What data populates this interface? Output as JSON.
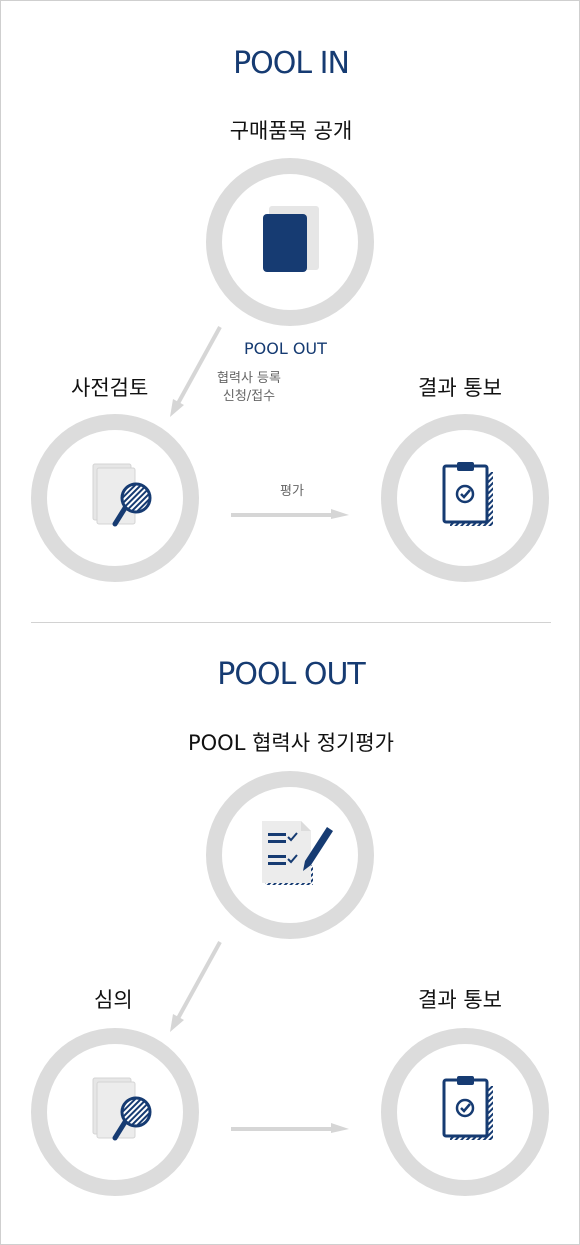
{
  "pool_in": {
    "title": "POOL IN",
    "step_top_label": "구매품목 공개",
    "step_left_label": "사전검토",
    "step_right_label": "결과 통보",
    "pool_out_link": "POOL OUT",
    "note_line1": "협력사 등록",
    "note_line2": "신청/접수",
    "arrow_label": "평가"
  },
  "pool_out": {
    "title": "POOL OUT",
    "step_top_label": "POOL 협력사 정기평가",
    "step_left_label": "심의",
    "step_right_label": "결과 통보"
  },
  "colors": {
    "navy": "#163b72",
    "ring_gray": "#dcdcdc",
    "arrow_gray": "#d6d6d6",
    "doc_gray": "#e6e6e6"
  },
  "icons": {
    "pool_in_top": "document-icon",
    "pool_in_left": "magnifier-document-icon",
    "pool_in_right": "clipboard-check-icon",
    "pool_out_top": "checklist-pen-icon",
    "pool_out_left": "magnifier-document-icon",
    "pool_out_right": "clipboard-check-icon"
  }
}
